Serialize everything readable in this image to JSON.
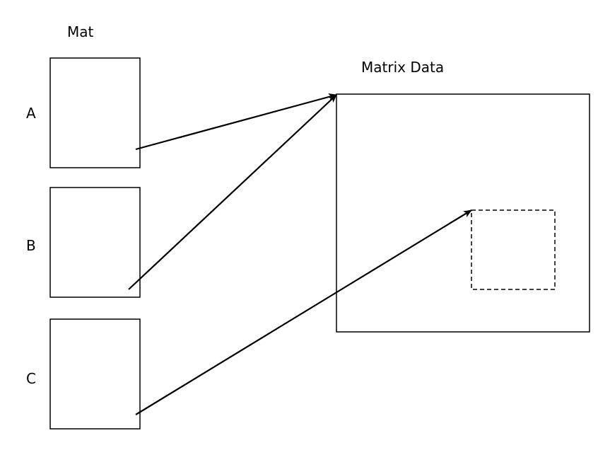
{
  "mat_label": "Mat",
  "matrix_label": "Matrix Data",
  "mats": [
    {
      "label": "A"
    },
    {
      "label": "B"
    },
    {
      "label": "C"
    }
  ],
  "colors": {
    "stroke": "#000000",
    "background": "#ffffff"
  }
}
